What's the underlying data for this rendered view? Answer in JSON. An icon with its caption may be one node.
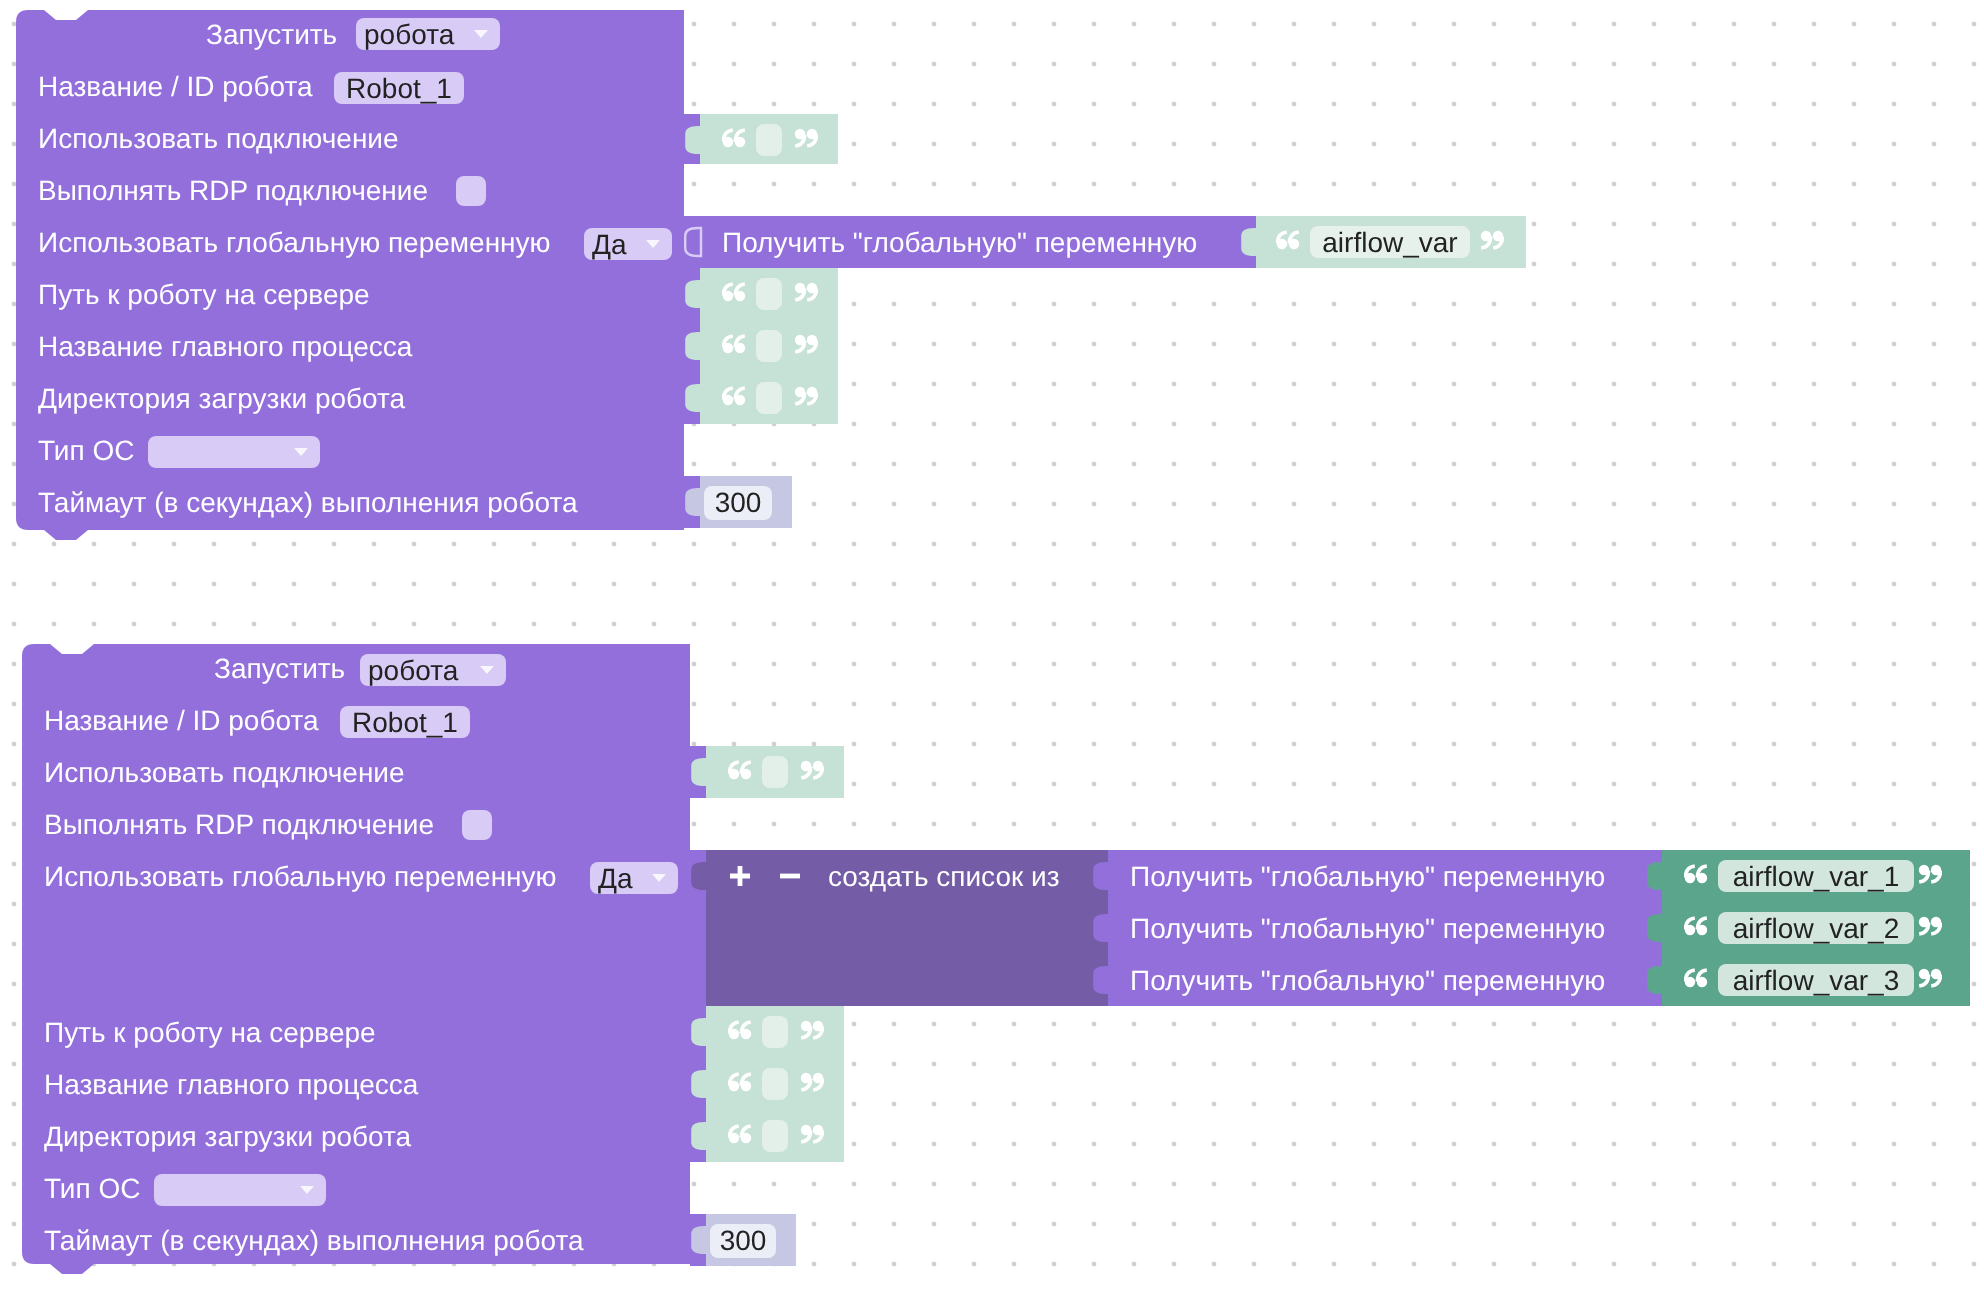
{
  "diagram": {
    "nodes": [
      {
        "text": [
          "Запустить",
          "Название / ID робота",
          "Использовать подключение",
          "Выполнять RDP подключение",
          "Использовать глобальную переменную",
          "Путь к роботу на сервере",
          "Название главного процесса",
          "Директория загрузки робота",
          "Тип ОС",
          "Таймаут (в секундах) выполнения робота"
        ]
      },
      {
        "text": [
          "робота"
        ],
        "in": 0
      },
      {
        "text": [
          "Robot_1"
        ],
        "in": 0
      },
      {
        "text": [],
        "shape": "box",
        "in": 0
      },
      {
        "text": [
          "Да"
        ],
        "in": 0
      },
      {
        "text": [],
        "shape": "box",
        "in": 0
      },
      {
        "text": [],
        "shape": "box"
      },
      {
        "text": [
          "Получить \"глобальную\" переменную"
        ]
      },
      {
        "text": [
          "airflow_var"
        ]
      },
      {
        "text": [],
        "shape": "box"
      },
      {
        "text": [],
        "shape": "box"
      },
      {
        "text": [],
        "shape": "box"
      },
      {
        "text": [
          "300"
        ]
      },
      {
        "text": [
          "Запустить",
          "Название / ID робота",
          "Использовать подключение",
          "Выполнять RDP подключение",
          "Использовать глобальную переменную",
          "Путь к роботу на сервере",
          "Название главного процесса",
          "Директория загрузки робота",
          "Тип ОС",
          "Таймаут (в секундах) выполнения робота"
        ]
      },
      {
        "text": [
          "робота"
        ],
        "in": 13
      },
      {
        "text": [
          "Robot_1"
        ],
        "in": 13
      },
      {
        "text": [],
        "shape": "box",
        "in": 13
      },
      {
        "text": [
          "Да"
        ],
        "in": 13
      },
      {
        "text": [],
        "shape": "box",
        "in": 13
      },
      {
        "text": [],
        "shape": "box"
      },
      {
        "text": [
          "создать список из"
        ]
      },
      {
        "text": [
          "Получить \"глобальную\" переменную"
        ]
      },
      {
        "text": [
          "airflow_var_1"
        ]
      },
      {
        "text": [
          "Получить \"глобальную\" переменную"
        ]
      },
      {
        "text": [
          "airflow_var_2"
        ]
      },
      {
        "text": [
          "Получить \"глобальную\" переменную"
        ]
      },
      {
        "text": [
          "airflow_var_3"
        ]
      },
      {
        "text": [],
        "shape": "box"
      },
      {
        "text": [],
        "shape": "box"
      },
      {
        "text": [],
        "shape": "box"
      },
      {
        "text": [
          "300"
        ]
      }
    ]
  }
}
